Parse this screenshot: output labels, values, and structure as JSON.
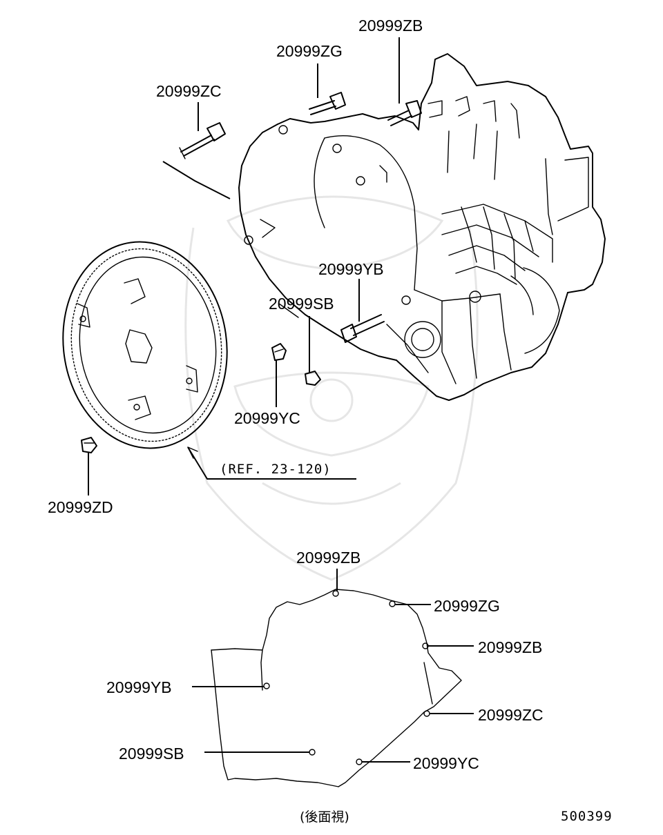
{
  "callouts_main": {
    "zb": "20999ZB",
    "zg": "20999ZG",
    "zc": "20999ZC",
    "yb": "20999YB",
    "sb": "20999SB",
    "yc": "20999YC",
    "zd": "20999ZD"
  },
  "reference": "(REF. 23-120)",
  "callouts_rear": {
    "zb_top": "20999ZB",
    "zg": "20999ZG",
    "zb_right": "20999ZB",
    "yb": "20999YB",
    "zc": "20999ZC",
    "sb": "20999SB",
    "yc": "20999YC"
  },
  "view_caption": "(後面視)",
  "diagram_number": "500399"
}
